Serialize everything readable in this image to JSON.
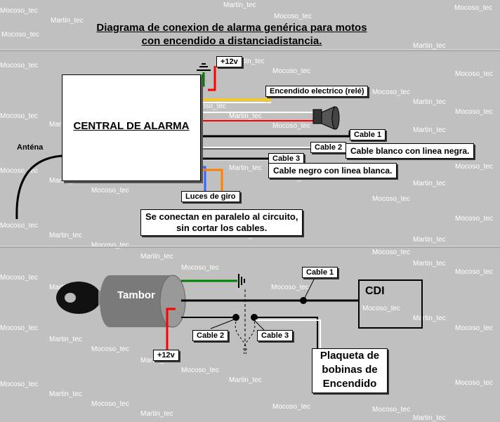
{
  "title_line1": "Diagrama de conexion de alarma genérica para motos",
  "title_line2": "con encendido a distanciadistancia.",
  "central_label": "CENTRAL DE ALARMA",
  "antenna_label": "Anténa",
  "plus12_top": "+12v",
  "encendido_label": "Encendido electrico (relé)",
  "cable1_top": "Cable 1",
  "cable2_top": "Cable 2",
  "cable3_top": "Cable 3",
  "cable2_desc": "Cable blanco con linea negra.",
  "cable3_desc": "Cable negro con linea blanca.",
  "luces_label": "Luces de giro",
  "note_line1": "Se conectan en paralelo al circuito,",
  "note_line2": "sin cortar los cables.",
  "tambor_label": "Tambor",
  "cable1_bottom": "Cable 1",
  "cdi_label": "CDI",
  "cable2_bottom": "Cable 2",
  "cable3_bottom": "Cable 3",
  "plus12_bottom": "+12v",
  "plaqueta_line1": "Plaqueta de",
  "plaqueta_line2": "bobinas de",
  "plaqueta_line3": "Encendido",
  "watermark_a": "Mocoso_tec",
  "watermark_b": "Martin_tec",
  "colors": {
    "background": "#c0c0c0",
    "red": "#ff0000",
    "green": "#008000",
    "orange": "#ff8000",
    "blue": "#3366ff",
    "yellow": "#ffcc00",
    "tambor": "#7a7a7a"
  }
}
